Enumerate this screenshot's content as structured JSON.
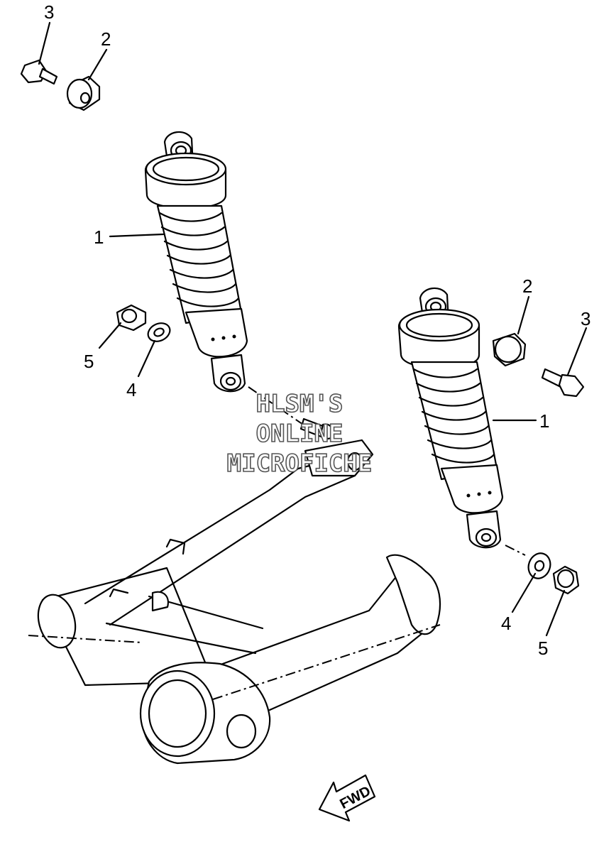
{
  "callouts": {
    "left_shock": "1",
    "right_shock": "1",
    "top_collar": "2",
    "right_collar": "2",
    "top_bolt": "3",
    "right_bolt": "3",
    "left_washer": "4",
    "right_washer": "4",
    "left_nut": "5",
    "right_nut": "5"
  },
  "watermark": {
    "line1": "HLSM'S",
    "line2": "ONLINE",
    "line3": "MICROFICHE"
  },
  "direction_label": "FWD"
}
